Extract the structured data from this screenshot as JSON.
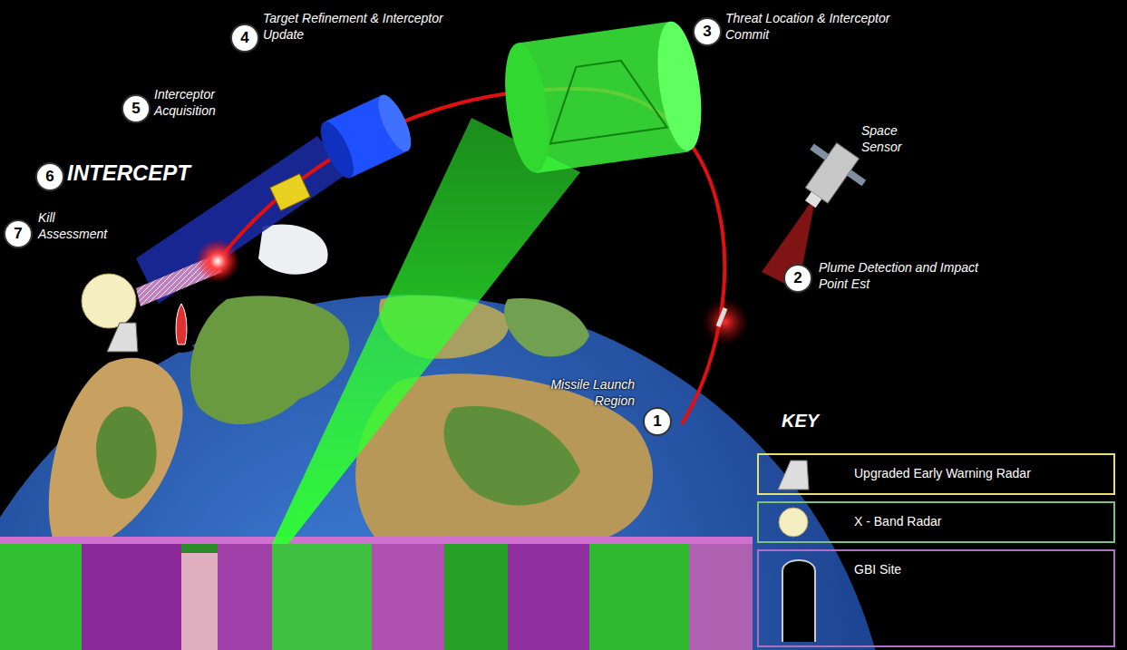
{
  "diagram": {
    "labels": [
      "1",
      "Missile Launch Region",
      "2",
      "Plume Detection and Impact Point Est",
      "Space Sensor",
      "3",
      "Threat Location & Interceptor Commit",
      "4",
      "Target Refinement & Interceptor Update",
      "5",
      "Interceptor Acquisition",
      "6",
      "INTERCEPT",
      "7",
      "Kill Assessment",
      "KEY"
    ],
    "legend": [
      {
        "text": "Upgraded Early Warning Radar"
      },
      {
        "text": "X - Band Radar"
      },
      {
        "text": "GBI Site"
      }
    ]
  }
}
